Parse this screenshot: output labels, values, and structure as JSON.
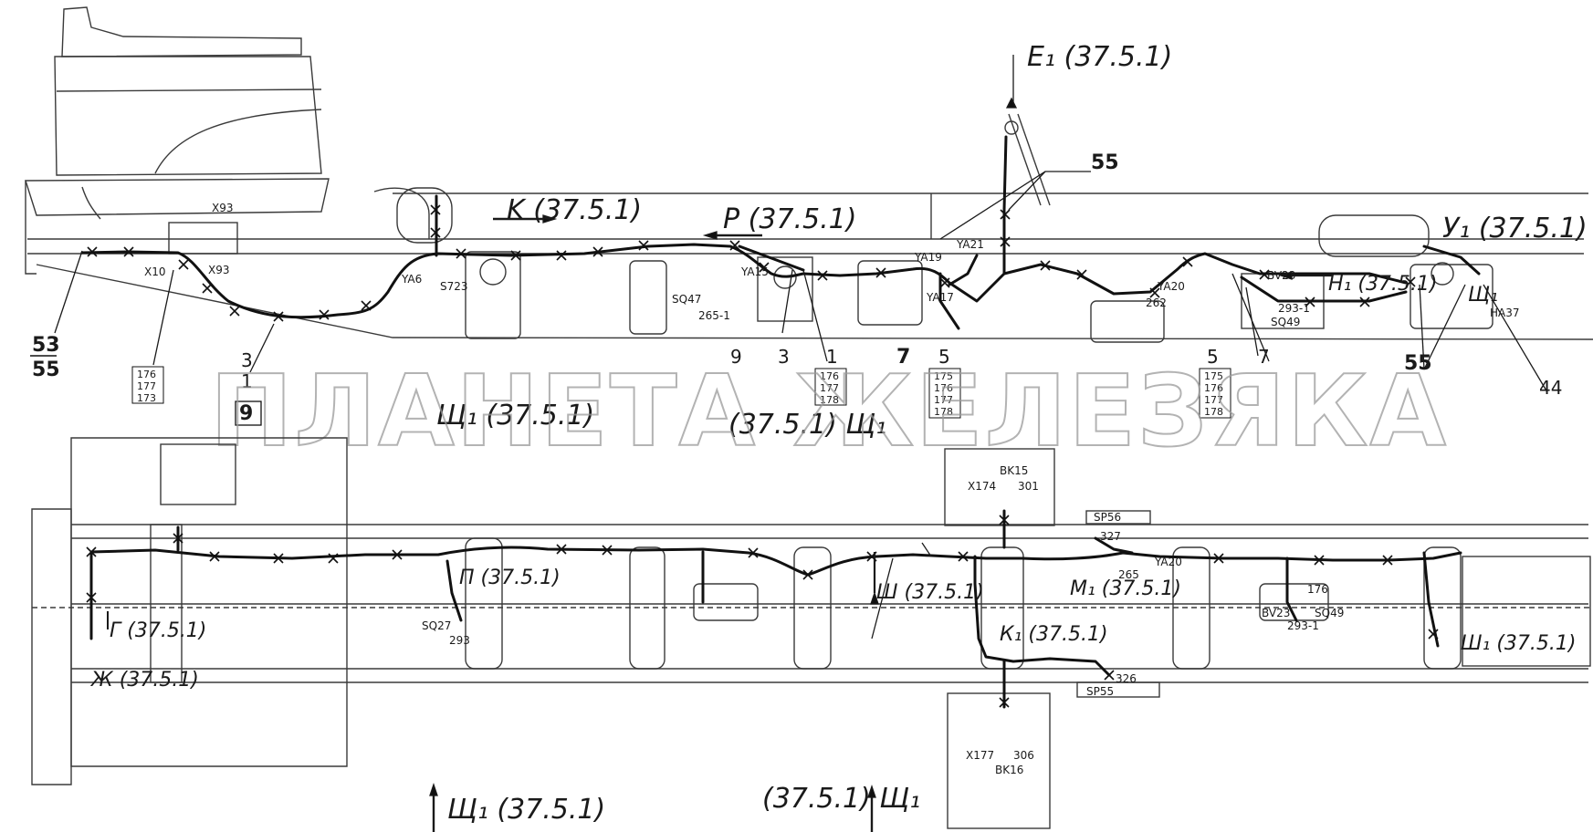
{
  "watermark": "ПЛАНЕТА ЖЕЛЕЗЯКА",
  "side_view": {
    "refs": {
      "e1": "E₁ (37.5.1)",
      "k": "K (37.5.1)",
      "p": "P (37.5.1)",
      "u1": "У₁ (37.5.1)",
      "h1": "Н₁ (37.5.1)",
      "sch1_right": "Щ₁",
      "sch1_mid": "Щ₁ (37.5.1)",
      "sch1_center": "(37.5.1) Щ₁"
    },
    "labels": {
      "n55_top": "55",
      "n53": "53",
      "n55_left": "55",
      "n55_right": "55",
      "n44": "44",
      "n3_left": "3",
      "n1_left": "1",
      "n9_box": "9",
      "n9_top": "9",
      "n3_mid": "3",
      "n1_mid": "1",
      "n7_mid": "7",
      "n5_mid": "5",
      "n5_right": "5",
      "n7_right": "7"
    },
    "stacks": {
      "left": [
        "176",
        "177",
        "173"
      ],
      "mid1": [
        "176",
        "177",
        "178"
      ],
      "mid2": [
        "175",
        "176",
        "177",
        "178"
      ],
      "right": [
        "175",
        "176",
        "177",
        "178"
      ]
    },
    "small": {
      "x93a": "X93",
      "x10": "X10",
      "x93b": "X93",
      "ya6": "YA6",
      "s723": "S723",
      "ya15": "YA15",
      "sq47": "SQ47",
      "r265": "265-1",
      "ya21": "YA21",
      "ya19": "YA19",
      "ya17": "YA17",
      "bv23": "BV23",
      "ya20": "YA20",
      "n262": "262",
      "r293": "293-1",
      "sq49": "SQ49",
      "ha37": "HA37"
    }
  },
  "top_view": {
    "refs": {
      "g": "Г (37.5.1)",
      "zh": "Ж (37.5.1)",
      "p": "П (37.5.1)",
      "sh": "Ш (37.5.1)",
      "m1": "М₁ (37.5.1)",
      "k1": "К₁ (37.5.1)",
      "sh1": "Ш₁ (37.5.1)",
      "sch1_bottom_left": "Щ₁ (37.5.1)",
      "sch1_bottom_mid": "(37.5.1) Щ₁"
    },
    "small": {
      "sq27": "SQ27",
      "r293": "293",
      "bk15": "BK15",
      "x174": "X174",
      "n301": "301",
      "sp56": "SP56",
      "n327": "327",
      "ya20": "YA20",
      "n265": "265",
      "bk16": "BK16",
      "x177": "X177",
      "n306": "306",
      "sp55": "SP55",
      "n326": "326",
      "n176": "176",
      "sq49": "SQ49",
      "r293b": "293-1",
      "bv23": "BV23"
    }
  }
}
